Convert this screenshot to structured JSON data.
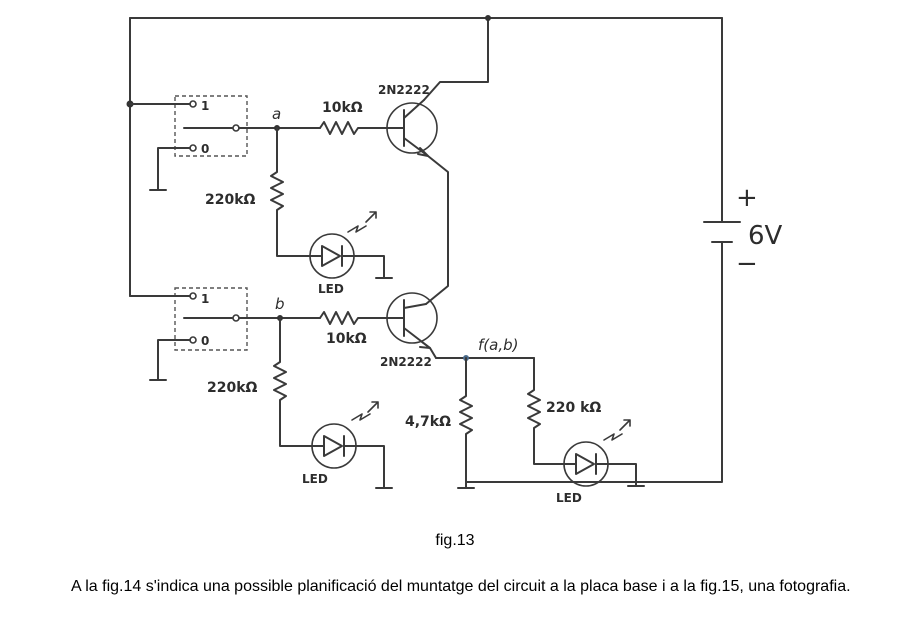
{
  "diagram": {
    "transistor_top": "2N2222",
    "transistor_bottom": "2N2222",
    "r_base_top": "10kΩ",
    "r_base_bottom": "10kΩ",
    "r_led_a": "220kΩ",
    "r_led_b": "220kΩ",
    "r_out_led": "220 kΩ",
    "r_pulldown": "4,7kΩ",
    "node_a": "a",
    "node_b": "b",
    "node_out": "f(a,b)",
    "switch_top_on": "1",
    "switch_top_off": "0",
    "switch_bottom_on": "1",
    "switch_bottom_off": "0",
    "led_a": "LED",
    "led_b": "LED",
    "led_out": "LED",
    "battery_plus": "+",
    "battery_minus": "−",
    "battery_voltage": "6V"
  },
  "caption": "fig.13",
  "paragraph": "A la fig.14 s'indica una possible planificació del muntatge del circuit a la placa base i a la fig.15, una fotografia."
}
